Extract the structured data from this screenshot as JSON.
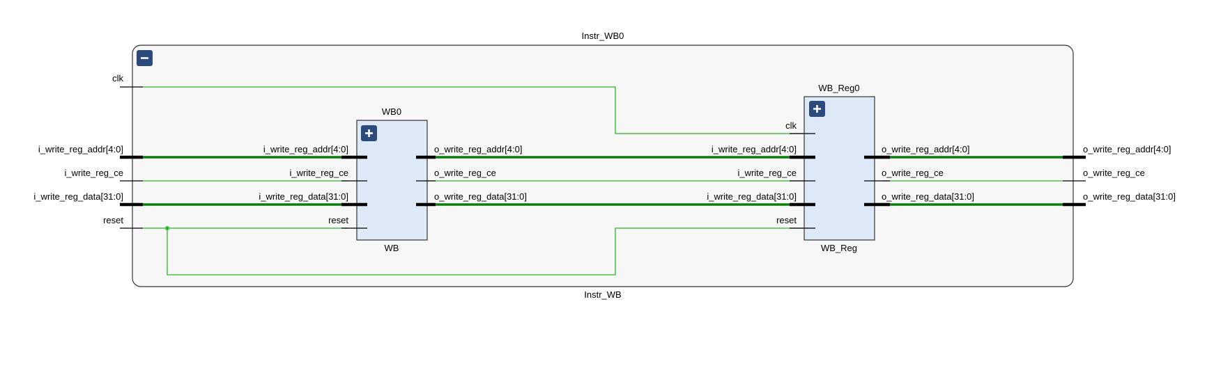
{
  "outer": {
    "instance_name": "Instr_WB0",
    "module_name": "Instr_WB",
    "collapse_symbol": "−",
    "ports_in": [
      "clk",
      "i_write_reg_addr[4:0]",
      "i_write_reg_ce",
      "i_write_reg_data[31:0]",
      "reset"
    ],
    "ports_out": [
      "o_write_reg_addr[4:0]",
      "o_write_reg_ce",
      "o_write_reg_data[31:0]"
    ]
  },
  "wb": {
    "instance_name": "WB0",
    "module_name": "WB",
    "expand_symbol": "+",
    "ports_in": [
      "i_write_reg_addr[4:0]",
      "i_write_reg_ce",
      "i_write_reg_data[31:0]",
      "reset"
    ],
    "ports_out": [
      "o_write_reg_addr[4:0]",
      "o_write_reg_ce",
      "o_write_reg_data[31:0]"
    ]
  },
  "wb_reg": {
    "instance_name": "WB_Reg0",
    "module_name": "WB_Reg",
    "expand_symbol": "+",
    "ports_in": [
      "clk",
      "i_write_reg_addr[4:0]",
      "i_write_reg_ce",
      "i_write_reg_data[31:0]",
      "reset"
    ],
    "ports_out": [
      "o_write_reg_addr[4:0]",
      "o_write_reg_ce",
      "o_write_reg_data[31:0]"
    ]
  },
  "colors": {
    "outer_fill": "#f7f7f7",
    "block_fill": "#dde9f6",
    "block_stroke": "#333333",
    "button_fill": "#2c4a7c",
    "wire": "#2ab52a",
    "bus": "#0b7d0b"
  }
}
